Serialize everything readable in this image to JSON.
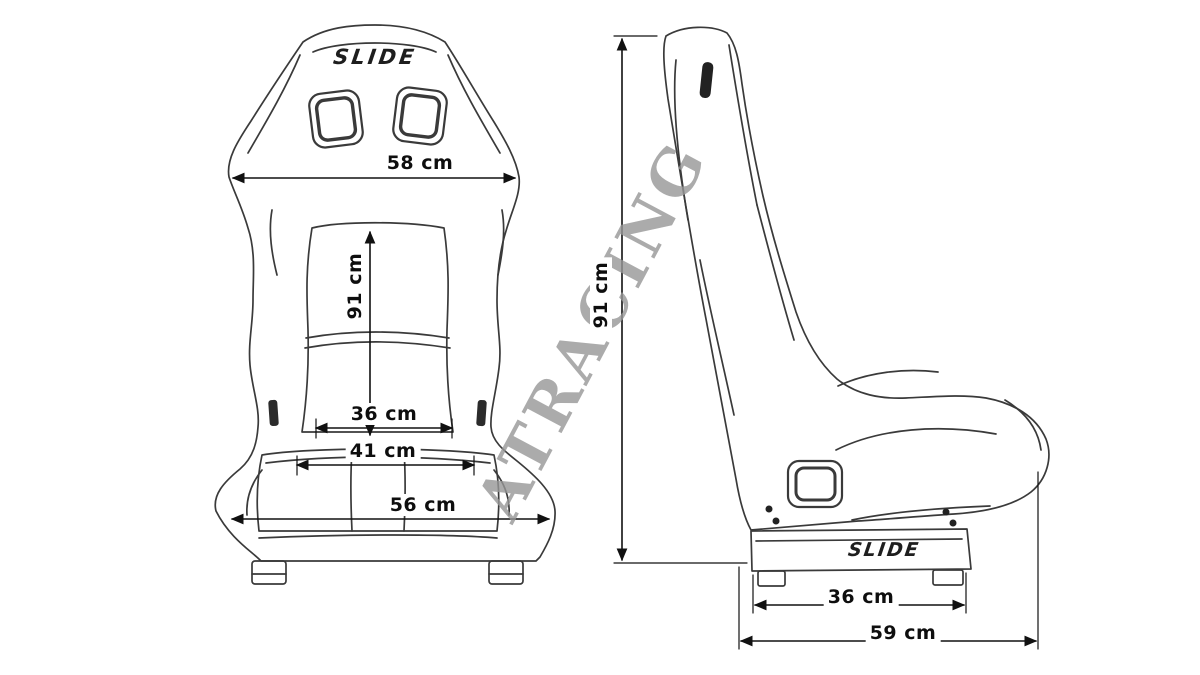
{
  "watermark": "ATRACING",
  "front_view": {
    "brand_logo": "SLIDE",
    "dim_shoulder_width": "58 cm",
    "dim_height": "91 cm",
    "dim_seat_inner_width": "36 cm",
    "dim_cushion_width": "41 cm",
    "dim_base_width": "56 cm"
  },
  "side_view": {
    "brand_logo": "SLIDE",
    "dim_height": "91 cm",
    "dim_mount_length": "36 cm",
    "dim_total_depth": "59 cm"
  },
  "colors": {
    "line": "#3a3a3a",
    "dimension": "#111111",
    "watermark": "#999999",
    "background": "#ffffff"
  }
}
